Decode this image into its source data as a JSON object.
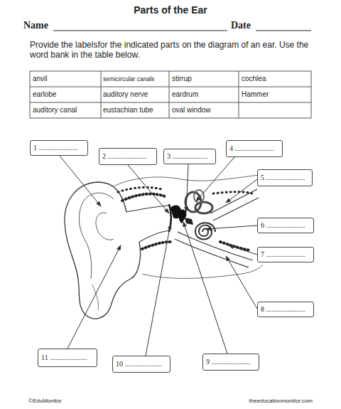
{
  "diagram": {
    "title": "Parts of the Ear",
    "nodes": [
      {
        "text": [
          "1 ......................"
        ]
      },
      {
        "text": [
          "2 ......................"
        ]
      },
      {
        "text": [
          "3 ...................."
        ]
      },
      {
        "text": [
          "4 ......................"
        ]
      },
      {
        "text": [
          "5 ......................"
        ]
      },
      {
        "text": [
          "6 ......................"
        ]
      },
      {
        "text": [
          "7 ......................"
        ]
      },
      {
        "text": [
          "8 ......................"
        ]
      },
      {
        "text": [
          "9 ......................"
        ]
      },
      {
        "text": [
          "10 ....................."
        ]
      },
      {
        "text": [
          "11 ....................."
        ]
      }
    ],
    "labels": [
      "Name",
      "Date",
      "Provide the labelsfor the indicated parts on the diagram of an ear. Use the word bank in the table below.",
      "anvil",
      "semicircular canals",
      "stirrup",
      "cochlea",
      "earlobe",
      "auditory nerve",
      "eardrum",
      "Hammer",
      "auditory canal",
      "eustachian tube",
      "oval window",
      "©EduMonitor",
      "theeducationmonitor.com"
    ]
  }
}
